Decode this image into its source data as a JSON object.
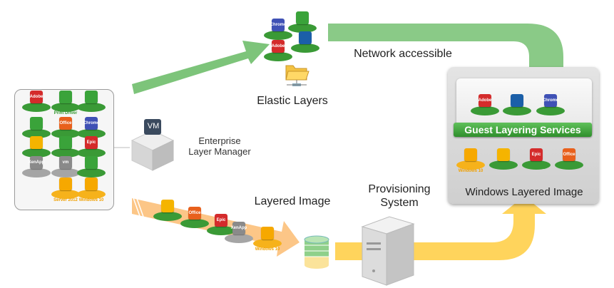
{
  "labels": {
    "network_accessible": "Network accessible",
    "elastic_layers": "Elastic Layers",
    "enterprise_layer_manager_1": "Enterprise",
    "enterprise_layer_manager_2": "Layer Manager",
    "vm": "VM",
    "layered_image": "Layered Image",
    "provisioning_1": "Provisioning",
    "provisioning_2": "System",
    "guest_layering_services": "Guest Layering Services",
    "windows_layered_image": "Windows Layered Image"
  },
  "colors": {
    "green": "#3a9a36",
    "green_arrow": "#7dc47a",
    "orange_arrow": "#fcc07a",
    "yellow_arrow": "#ffd45c",
    "gray_base": "#9e9e9e",
    "orange_base": "#f6b21b"
  },
  "left_layers": [
    {
      "icon": "adobe-icon",
      "text": "Adobe",
      "color": "#d42b2b",
      "base": "green",
      "caption": ""
    },
    {
      "icon": "printer-icon",
      "text": "",
      "color": "#3aa33a",
      "base": "green",
      "caption": "Print Driver"
    },
    {
      "icon": "app-layer-icon",
      "text": "",
      "color": "#3aa33a",
      "base": "green",
      "caption": ""
    },
    {
      "icon": "app-layer-icon",
      "text": "",
      "color": "#3aa33a",
      "base": "green",
      "caption": ""
    },
    {
      "icon": "office-icon",
      "text": "Office",
      "color": "#e8601c",
      "base": "green",
      "caption": ""
    },
    {
      "icon": "chrome-icon",
      "text": "Chrome",
      "color": "#3f51b5",
      "base": "green",
      "caption": ""
    },
    {
      "icon": "task-icon",
      "text": "",
      "color": "#f5b400",
      "base": "green",
      "caption": ""
    },
    {
      "icon": "app-layer-icon",
      "text": "",
      "color": "#3aa33a",
      "base": "green",
      "caption": ""
    },
    {
      "icon": "epic-icon",
      "text": "Epic",
      "color": "#d42b2b",
      "base": "green",
      "caption": ""
    },
    {
      "icon": "xenapp-icon",
      "text": "XenApp",
      "color": "#8a8a8a",
      "base": "gray",
      "caption": ""
    },
    {
      "icon": "vmware-icon",
      "text": "vm",
      "color": "#8a8a8a",
      "base": "gray",
      "caption": ""
    },
    {
      "icon": "app-layer-icon",
      "text": "",
      "color": "#3aa33a",
      "base": "green",
      "caption": ""
    },
    {
      "icon": "windows-icon",
      "text": "",
      "color": "#f6a800",
      "base": "orange",
      "caption": "Server 2012"
    },
    {
      "icon": "windows-icon",
      "text": "",
      "color": "#f6a800",
      "base": "orange",
      "caption": "Windows 10"
    }
  ],
  "elastic_layers": [
    {
      "icon": "chrome-icon",
      "text": "Chrome",
      "color": "#3f51b5",
      "base": "green",
      "caption": ""
    },
    {
      "icon": "app-layer-icon",
      "text": "",
      "color": "#3aa33a",
      "base": "green",
      "caption": ""
    },
    {
      "icon": "adobe-icon",
      "text": "Adobe",
      "color": "#d42b2b",
      "base": "green",
      "caption": ""
    },
    {
      "icon": "app-icon",
      "text": "",
      "color": "#1b5fa8",
      "base": "green",
      "caption": ""
    }
  ],
  "image_top_layers": [
    {
      "icon": "adobe-icon",
      "text": "Adobe",
      "color": "#d42b2b",
      "base": "green",
      "caption": ""
    },
    {
      "icon": "app-icon",
      "text": "",
      "color": "#1b5fa8",
      "base": "green",
      "caption": ""
    },
    {
      "icon": "chrome-icon",
      "text": "Chrome",
      "color": "#3f51b5",
      "base": "green",
      "caption": ""
    }
  ],
  "image_bottom_layers": [
    {
      "icon": "windows-icon",
      "text": "",
      "color": "#f6a800",
      "base": "orange",
      "caption": "Windows 10"
    },
    {
      "icon": "task-icon",
      "text": "",
      "color": "#f5b400",
      "base": "green",
      "caption": ""
    },
    {
      "icon": "epic-icon",
      "text": "Epic",
      "color": "#d42b2b",
      "base": "green",
      "caption": ""
    },
    {
      "icon": "office-icon",
      "text": "Office",
      "color": "#e8601c",
      "base": "green",
      "caption": ""
    }
  ],
  "arrow_layers": [
    {
      "icon": "task-icon",
      "text": "",
      "color": "#f5b400",
      "base": "green",
      "caption": ""
    },
    {
      "icon": "office-icon",
      "text": "Office",
      "color": "#e8601c",
      "base": "green",
      "caption": ""
    },
    {
      "icon": "epic-icon",
      "text": "Epic",
      "color": "#d42b2b",
      "base": "green",
      "caption": ""
    },
    {
      "icon": "xenapp-icon",
      "text": "XenApp",
      "color": "#8a8a8a",
      "base": "gray",
      "caption": ""
    },
    {
      "icon": "windows-icon",
      "text": "",
      "color": "#f6a800",
      "base": "orange",
      "caption": "Windows 10"
    }
  ]
}
